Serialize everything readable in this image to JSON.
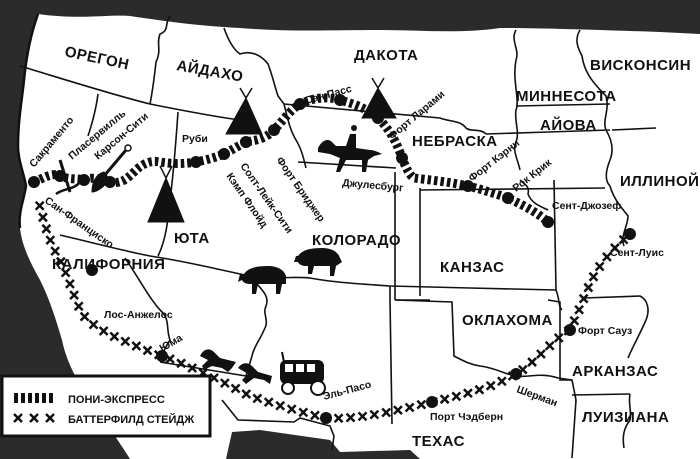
{
  "map": {
    "language": "ru",
    "theme": "Pony Express and Butterfield Stage routes",
    "colors": {
      "land": "#ffffff",
      "ocean": "#2b2b2b",
      "ink": "#111111"
    },
    "states": [
      {
        "id": "oregon",
        "label": "ОРЕГОН"
      },
      {
        "id": "idaho",
        "label": "АЙДАХО"
      },
      {
        "id": "dakota",
        "label": "ДАКОТА"
      },
      {
        "id": "minnesota",
        "label": "МИННЕСОТА"
      },
      {
        "id": "wisconsin",
        "label": "ВИСКОНСИН"
      },
      {
        "id": "iowa",
        "label": "АЙОВА"
      },
      {
        "id": "nebraska",
        "label": "НЕБРАСКА"
      },
      {
        "id": "illinois",
        "label": "ИЛЛИНОЙС"
      },
      {
        "id": "utah",
        "label": "ЮТА"
      },
      {
        "id": "colorado",
        "label": "КОЛОРАДО"
      },
      {
        "id": "california",
        "label": "КАЛИФОРНИЯ"
      },
      {
        "id": "kansas",
        "label": "КАНЗАС"
      },
      {
        "id": "oklahoma",
        "label": "ОКЛАХОМА"
      },
      {
        "id": "arkansas",
        "label": "АРКАНЗАС"
      },
      {
        "id": "louisiana",
        "label": "ЛУИЗИАНА"
      },
      {
        "id": "texas",
        "label": "ТЕХАС"
      }
    ],
    "pony_express_stops": [
      {
        "name": "Сакраменто"
      },
      {
        "name": "Пласервилль"
      },
      {
        "name": "Карсон-Сити"
      },
      {
        "name": "Руби"
      },
      {
        "name": "Кэмп Флойд"
      },
      {
        "name": "Солт-Лейк-Сити"
      },
      {
        "name": "Форт Бриджер"
      },
      {
        "name": "Сан Пасс"
      },
      {
        "name": "Форт Ларами"
      },
      {
        "name": "Джулесбург"
      },
      {
        "name": "Форт Кэрни"
      },
      {
        "name": "Рок Крик"
      },
      {
        "name": "Сент-Джозеф"
      }
    ],
    "butterfield_stops": [
      {
        "name": "Сан-Франциско"
      },
      {
        "name": "Лос-Анжелос"
      },
      {
        "name": "Юма"
      },
      {
        "name": "Эль-Пасо"
      },
      {
        "name": "Порт Чэдберн"
      },
      {
        "name": "Шерман"
      },
      {
        "name": "Форт Сауз"
      },
      {
        "name": "Сент-Луис"
      }
    ],
    "icons": [
      "tepee-icon",
      "tepee-icon",
      "tepee-icon",
      "pickaxe-icon",
      "shovel-icon",
      "horse-rider-icon",
      "bison-icon",
      "bison-icon",
      "horse-icon",
      "horse-icon",
      "stagecoach-icon"
    ]
  },
  "legend": {
    "items": [
      {
        "symbol": "▌▌▌▌▌▌",
        "label": "ПОНИ-ЭКСПРЕСС",
        "icon": "pony-express-dash-icon"
      },
      {
        "symbol": "✕ ✕ ✕",
        "label": "БАТТЕРФИЛД СТЕЙДЖ",
        "icon": "butterfield-cross-icon"
      }
    ]
  }
}
